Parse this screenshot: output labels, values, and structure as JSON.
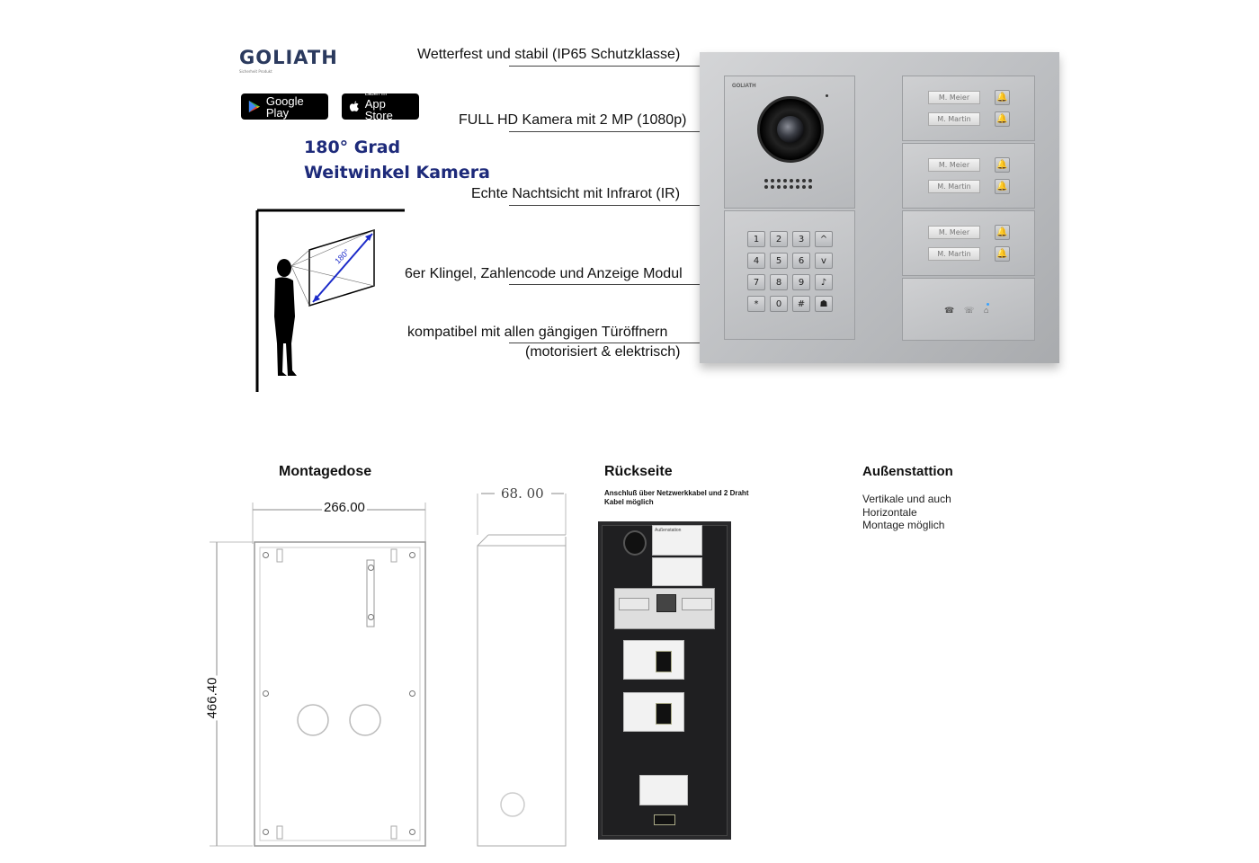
{
  "brand": {
    "name": "GOLIATH",
    "tagline": "Sicherheit Produkt"
  },
  "stores": {
    "google_play": "Google Play",
    "app_store_small": "Laden im",
    "app_store": "App Store"
  },
  "headline": {
    "line1": "180° Grad",
    "line2": "Weitwinkel Kamera"
  },
  "diagram": {
    "angle_label": "180°"
  },
  "features": [
    "Wetterfest und stabil (IP65 Schutzklasse)",
    "FULL HD Kamera mit 2 MP (1080p)",
    "Echte Nachtsicht mit Infrarot (IR)",
    "6er Klingel, Zahlencode und Anzeige Modul",
    "kompatibel mit allen gängigen Türöffnern",
    "(motorisiert & elektrisch)"
  ],
  "panel": {
    "brand": "GOLIATH",
    "keys": [
      "1",
      "2",
      "3",
      "^",
      "4",
      "5",
      "6",
      "v",
      "7",
      "8",
      "9",
      "♪",
      "*",
      "0",
      "#",
      "☗"
    ],
    "names": [
      "M. Meier",
      "M. Martin",
      "M. Meier",
      "M. Martin",
      "M. Meier",
      "M. Martin"
    ]
  },
  "mounting_box": {
    "title": "Montagedose",
    "width": "266.00",
    "height": "466.40",
    "depth": "68. 00"
  },
  "back_side": {
    "title": "Rückseite",
    "note": "Anschluß über Netzwerkkabel und 2 Draht Kabel möglich",
    "sticker_text": "Außenstation"
  },
  "outdoor_station": {
    "title": "Außenstattion",
    "line1": "Vertikale und auch",
    "line2": "Horizontale",
    "line3": "Montage möglich"
  }
}
